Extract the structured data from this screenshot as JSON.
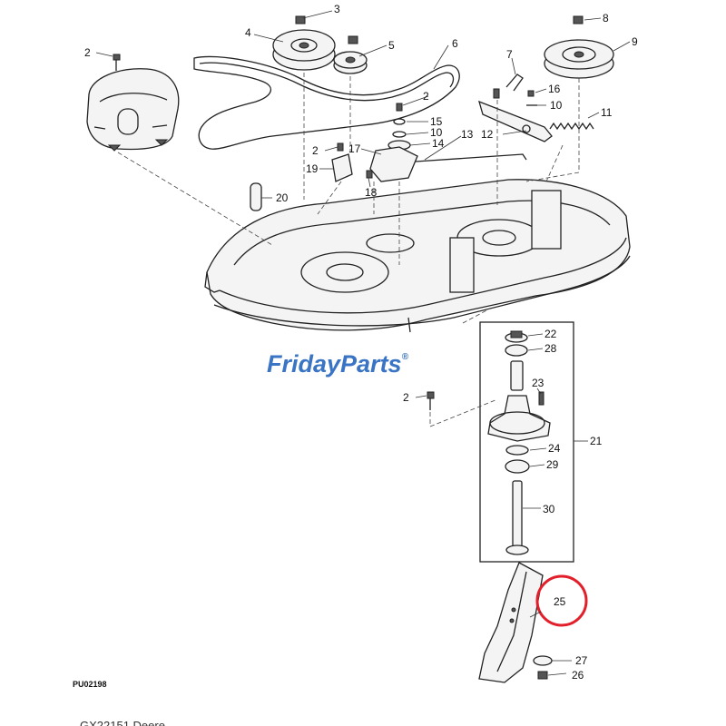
{
  "watermark": {
    "word1": "Friday",
    "word2": "Parts",
    "mark": "®",
    "color_blue": "#3a74c4",
    "color_orange": "#f29a25"
  },
  "figure_id": "PU02198",
  "caption": "GX22151 Deere",
  "highlight": {
    "part": "25",
    "color": "#e2202c"
  },
  "callouts": [
    "2",
    "3",
    "4",
    "5",
    "6",
    "8",
    "9",
    "7",
    "16",
    "10",
    "11",
    "12",
    "13",
    "15",
    "14",
    "17",
    "18",
    "19",
    "20",
    "22",
    "28",
    "23",
    "21",
    "24",
    "29",
    "30",
    "25",
    "27",
    "26"
  ]
}
